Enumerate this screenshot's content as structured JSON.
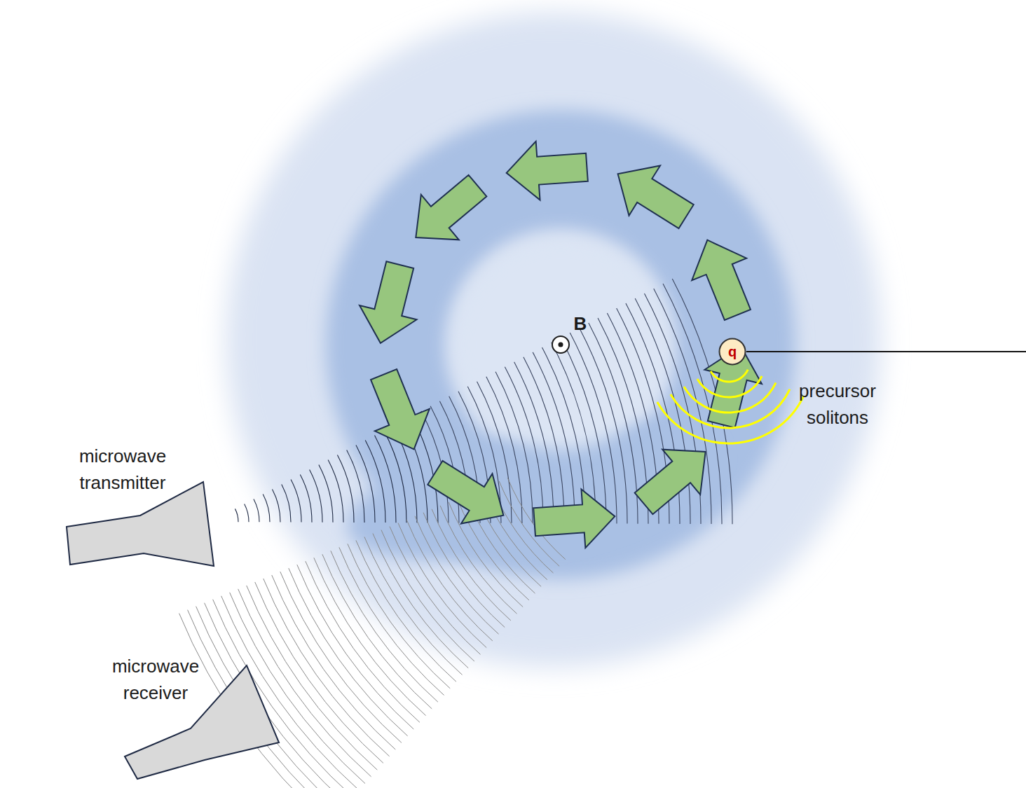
{
  "diagram": {
    "nodes": [
      {
        "text": [
          "q"
        ]
      }
    ],
    "labels": [
      "B",
      "precursor solitons",
      "microwave transmitter",
      "microwave receiver"
    ]
  }
}
